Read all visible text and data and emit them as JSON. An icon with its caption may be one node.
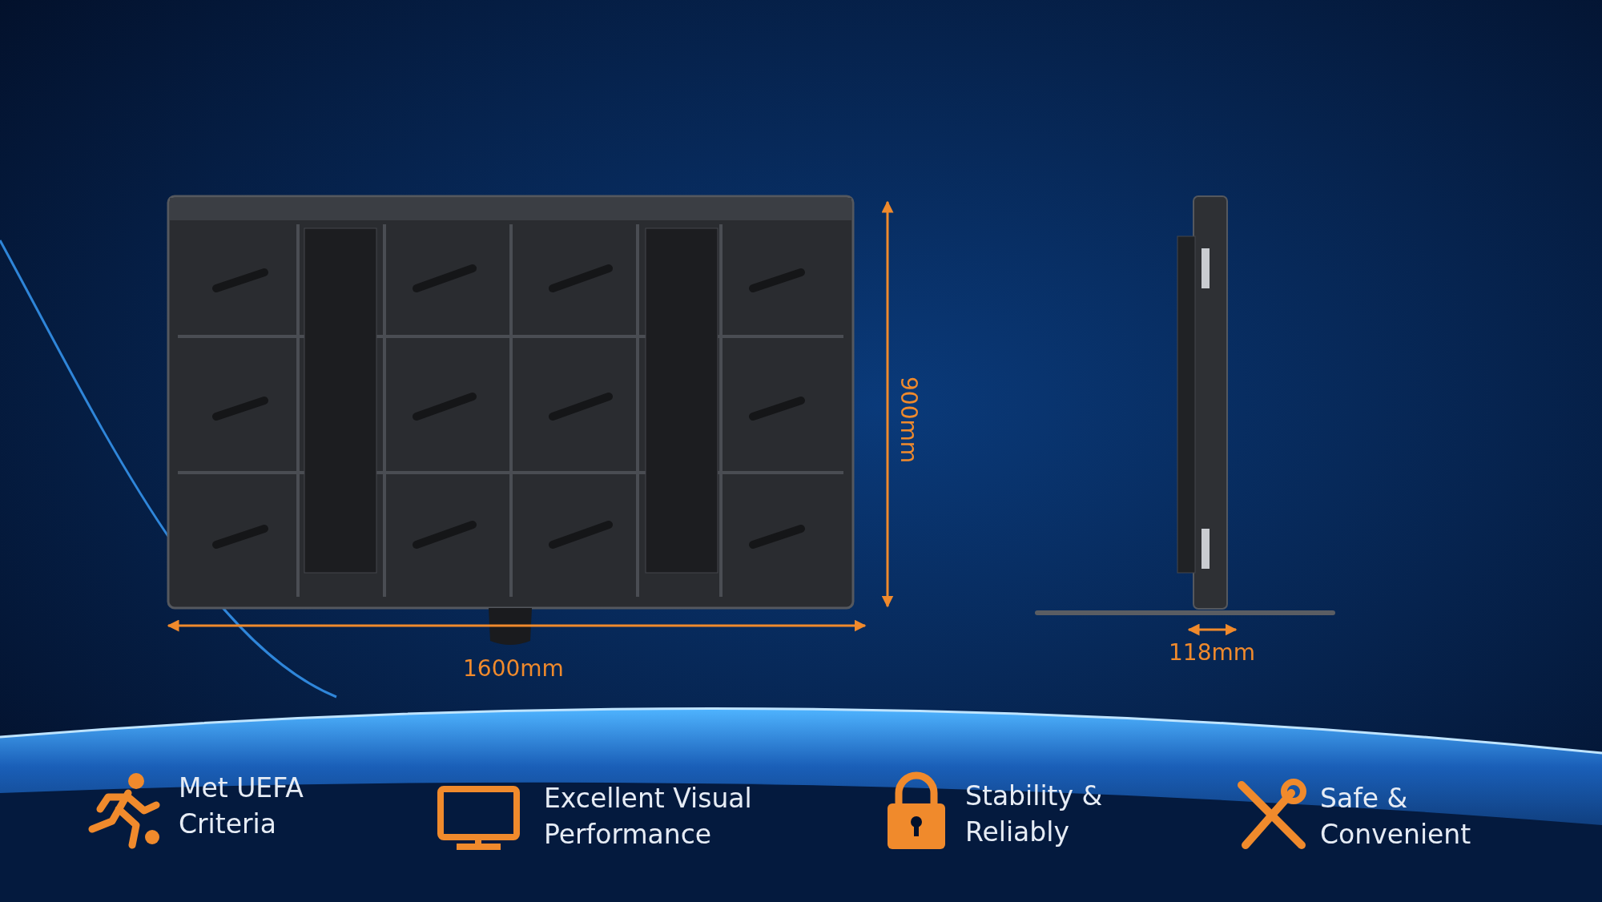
{
  "diagram": {
    "labels": [
      "900mm",
      "1600mm",
      "118mm",
      "Met UEFA Criteria",
      "Excellent Visual Performance",
      "Stability & Reliably",
      "Safe & Convenient"
    ]
  }
}
